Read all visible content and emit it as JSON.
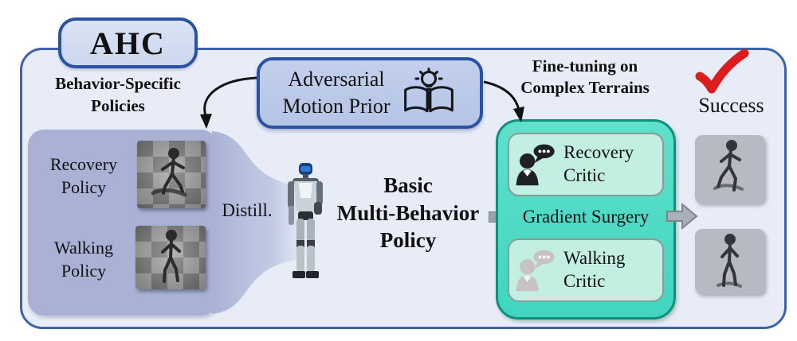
{
  "figure": {
    "badge_label": "AHC",
    "left_panel": {
      "title": "Behavior-Specific\nPolicies",
      "policies": [
        {
          "label": "Recovery\nPolicy",
          "image": "recovery-simulation-render"
        },
        {
          "label": "Walking\nPolicy",
          "image": "walking-simulation-render"
        }
      ]
    },
    "amp_box": {
      "label": "Adversarial\nMotion Prior",
      "icon": "open-book-lightbulb-icon"
    },
    "distill_label": "Distill.",
    "basic_policy": {
      "label": "Basic\nMulti-Behavior\nPolicy",
      "image": "humanoid-robot-figure"
    },
    "finetune_label": "Fine-tuning on\nComplex Terrains",
    "critic_panel": {
      "critics": [
        {
          "label": "Recovery\nCritic",
          "icon": "person-speech-bubble-dark"
        },
        {
          "label": "Walking\nCritic",
          "icon": "person-speech-bubble-light"
        }
      ],
      "center_label": "Gradient Surgery"
    },
    "success": {
      "label": "Success",
      "icon": "red-checkmark",
      "images": [
        "terrain-success-render-1",
        "terrain-success-render-2"
      ]
    },
    "connectors": [
      "curved-arrow-to-policies",
      "curved-arrow-to-critics",
      "gray-block-arrow-right",
      "small-gray-connector"
    ],
    "colors": {
      "outer_fill": "#e8ecf7",
      "outer_border": "#3c63ab",
      "badge_fill": "#ccd7ee",
      "badge_border": "#2a52a3",
      "amp_fill": "#b6c4e6",
      "amp_border": "#2a52a3",
      "left_fill": "#a9b2d5",
      "teal_fill": "#41d5c0",
      "teal_border": "#0f8f7c",
      "critic_fill": "#c2efe1",
      "critic_border": "#8c9b98",
      "check_red": "#dd1d1d",
      "arrow_gray": "#aab0b8",
      "img_gray": "#b7bac3",
      "ink": "#111111"
    }
  }
}
